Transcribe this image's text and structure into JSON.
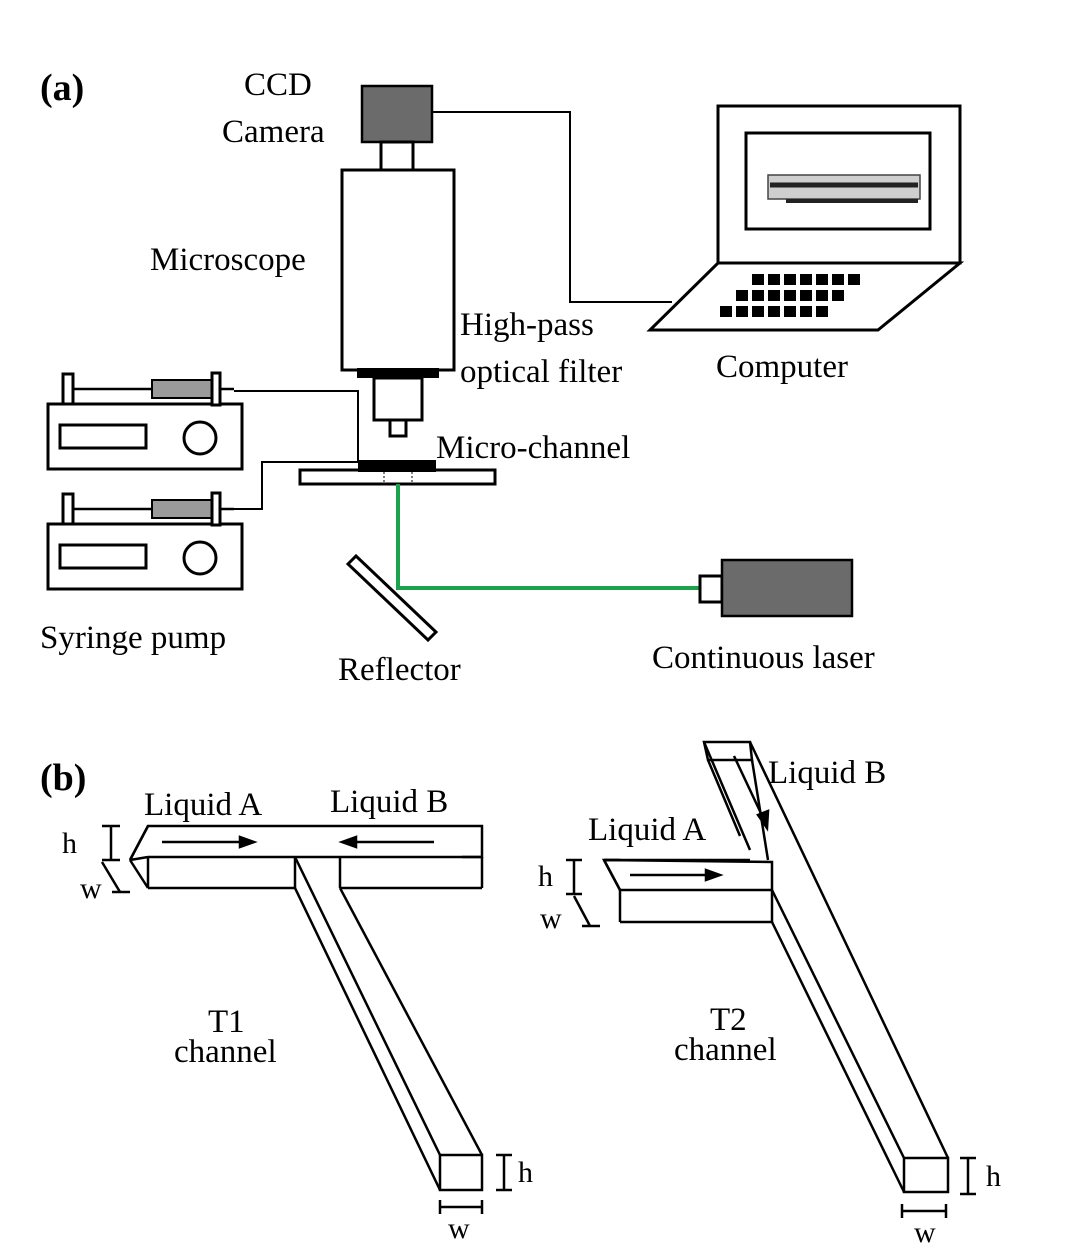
{
  "panel_a": {
    "tag": "(a)",
    "camera_line1": "CCD",
    "camera_line2": "Camera",
    "microscope": "Microscope",
    "filter_line1": "High-pass",
    "filter_line2": "optical filter",
    "computer": "Computer",
    "microchannel": "Micro-channel",
    "syringe_pump": "Syringe pump",
    "reflector": "Reflector",
    "laser": "Continuous laser",
    "laser_color": "#1aa34a",
    "device_color": "#6b6b6b"
  },
  "panel_b": {
    "tag": "(b)",
    "t1": {
      "liquid_a": "Liquid A",
      "liquid_b": "Liquid B",
      "name_line1": "T1",
      "name_line2": "channel",
      "h": "h",
      "w": "w",
      "h_out": "h",
      "w_out": "w"
    },
    "t2": {
      "liquid_a": "Liquid A",
      "liquid_b": "Liquid B",
      "name_line1": "T2",
      "name_line2": "channel",
      "h": "h",
      "w": "w",
      "h_out": "h",
      "w_out": "w"
    }
  }
}
